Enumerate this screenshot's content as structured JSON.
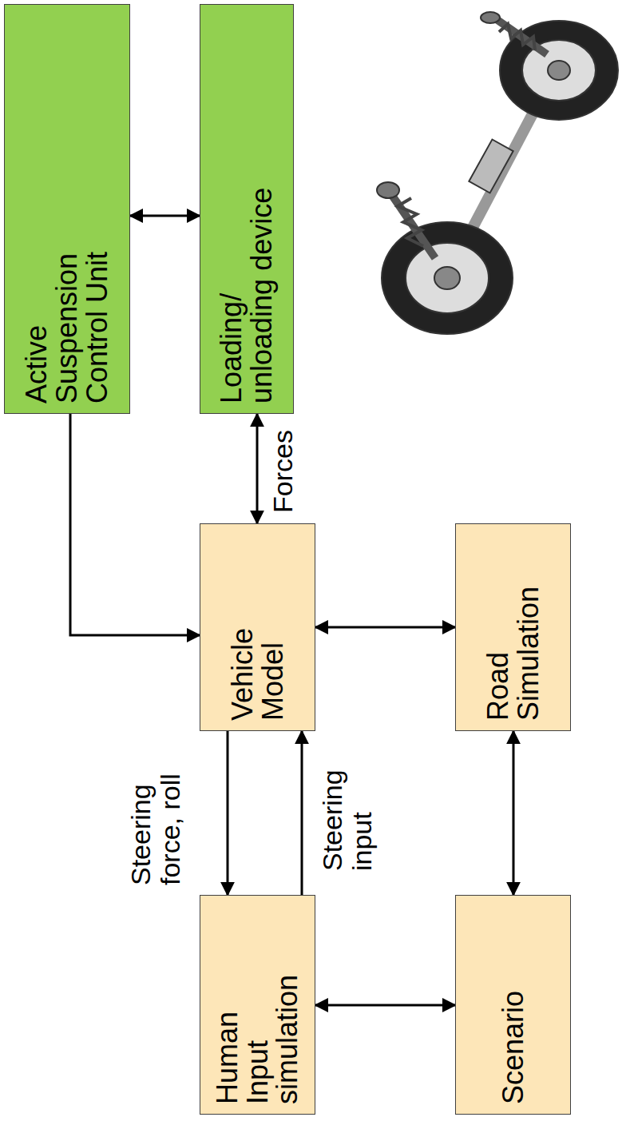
{
  "diagram": {
    "nodes": [
      {
        "text": [
          "Active Suspension Control Unit"
        ]
      },
      {
        "text": [
          "Loading/ unloading device"
        ]
      },
      {
        "text": [
          "Vehicle Model"
        ]
      },
      {
        "text": [
          "Road Simulation"
        ]
      },
      {
        "text": [
          "Human Input simulation"
        ]
      },
      {
        "text": [
          "Scenario"
        ]
      }
    ],
    "edges": [
      {
        "from": 0,
        "to": 1,
        "arrow": "both"
      },
      {
        "from": 0,
        "to": 2,
        "arrow": "to"
      },
      {
        "from": 1,
        "to": 2,
        "label": "Forces",
        "arrow": "both"
      },
      {
        "from": 2,
        "to": 4,
        "label": "Steering force, roll",
        "arrow": "to"
      },
      {
        "from": 4,
        "to": 2,
        "label": "Steering input",
        "arrow": "to"
      },
      {
        "from": 2,
        "to": 3,
        "arrow": "both"
      },
      {
        "from": 3,
        "to": 5,
        "arrow": "both"
      },
      {
        "from": 4,
        "to": 5,
        "arrow": "both"
      }
    ]
  }
}
